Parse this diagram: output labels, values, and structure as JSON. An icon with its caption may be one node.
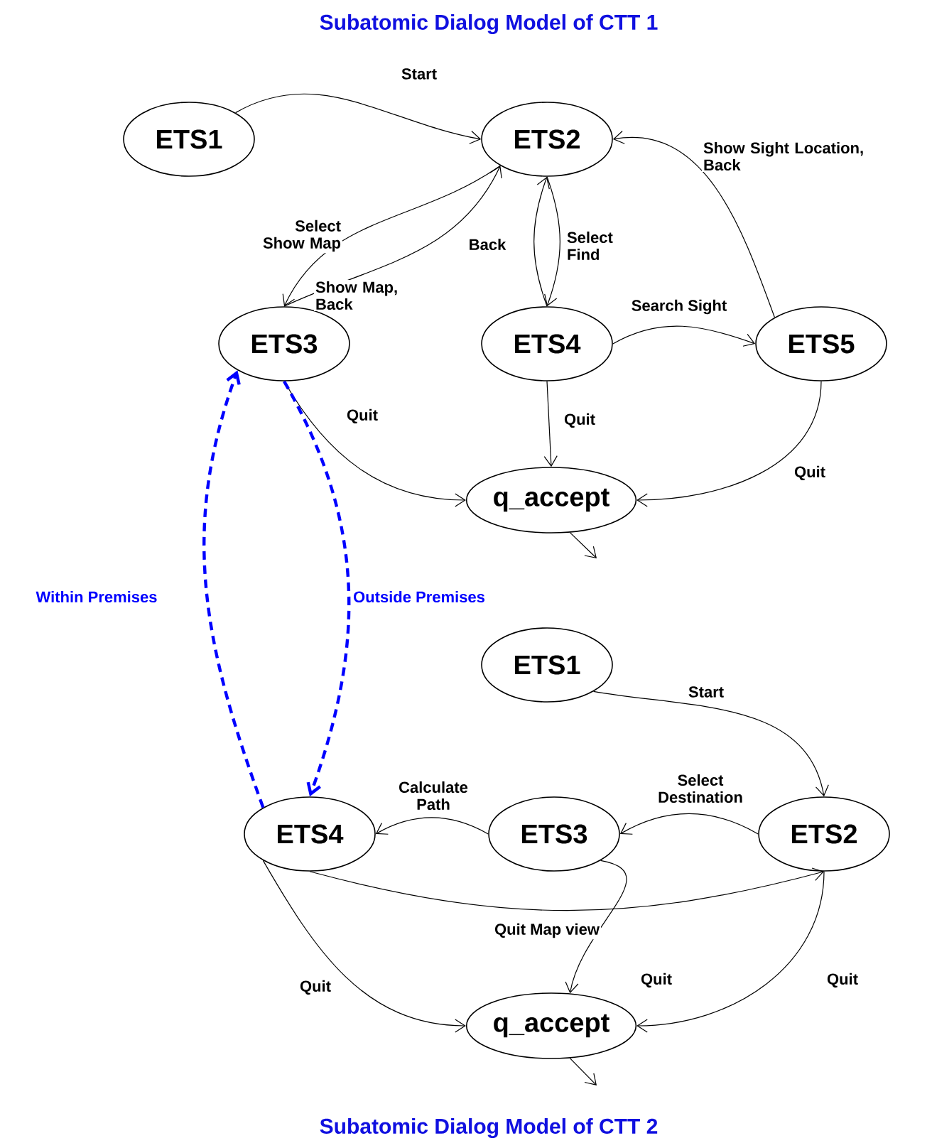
{
  "diagram": {
    "title": "Subatomic Dialog Model of CTT 1",
    "caption": "Subatomic Dialog Model of CTT 2",
    "nodes": [
      {
        "text": [
          "ETS1"
        ]
      },
      {
        "text": [
          "ETS2"
        ]
      },
      {
        "text": [
          "ETS3"
        ]
      },
      {
        "text": [
          "ETS4"
        ]
      },
      {
        "text": [
          "ETS5"
        ]
      },
      {
        "text": [
          "q_accept"
        ]
      },
      {
        "text": [
          "ETS1"
        ]
      },
      {
        "text": [
          "ETS2"
        ]
      },
      {
        "text": [
          "ETS3"
        ]
      },
      {
        "text": [
          "ETS4"
        ]
      },
      {
        "text": [
          "q_accept"
        ]
      }
    ],
    "edges": [
      {
        "from": 0,
        "to": 1,
        "arrow": "to",
        "label": "Start"
      },
      {
        "from": 1,
        "to": 2,
        "arrow": "to",
        "label": "Select Show Map"
      },
      {
        "from": 2,
        "to": 1,
        "arrow": "to",
        "label": "Show Map, Back"
      },
      {
        "from": 1,
        "to": 3,
        "arrow": "to",
        "label": "Select Find"
      },
      {
        "from": 3,
        "to": 1,
        "arrow": "to",
        "label": "Back"
      },
      {
        "from": 3,
        "to": 4,
        "arrow": "to",
        "label": "Search Sight"
      },
      {
        "from": 4,
        "to": 1,
        "arrow": "to",
        "label": "Show Sight Location, Back"
      },
      {
        "from": 2,
        "to": 5,
        "arrow": "to",
        "label": "Quit"
      },
      {
        "from": 3,
        "to": 5,
        "arrow": "to",
        "label": "Quit"
      },
      {
        "from": 4,
        "to": 5,
        "arrow": "to",
        "label": "Quit"
      },
      {
        "from": 5,
        "to": null,
        "arrow": "to"
      },
      {
        "from": 9,
        "to": 2,
        "arrow": "to",
        "label": "Within Premises",
        "style": "dashed",
        "color": "#0000ff"
      },
      {
        "from": 2,
        "to": 9,
        "arrow": "to",
        "label": "Outside Premises",
        "style": "dashed",
        "color": "#0000ff"
      },
      {
        "from": 6,
        "to": 7,
        "arrow": "to",
        "label": "Start"
      },
      {
        "from": 7,
        "to": 8,
        "arrow": "to",
        "label": "Select Destination"
      },
      {
        "from": 8,
        "to": 9,
        "arrow": "to",
        "label": "Calculate Path"
      },
      {
        "from": 9,
        "to": 7,
        "arrow": "to",
        "label": "Quit Map view"
      },
      {
        "from": 9,
        "to": 10,
        "arrow": "to",
        "label": "Quit"
      },
      {
        "from": 8,
        "to": 10,
        "arrow": "to",
        "label": "Quit"
      },
      {
        "from": 7,
        "to": 10,
        "arrow": "to",
        "label": "Quit"
      },
      {
        "from": 10,
        "to": null,
        "arrow": "to"
      }
    ]
  }
}
